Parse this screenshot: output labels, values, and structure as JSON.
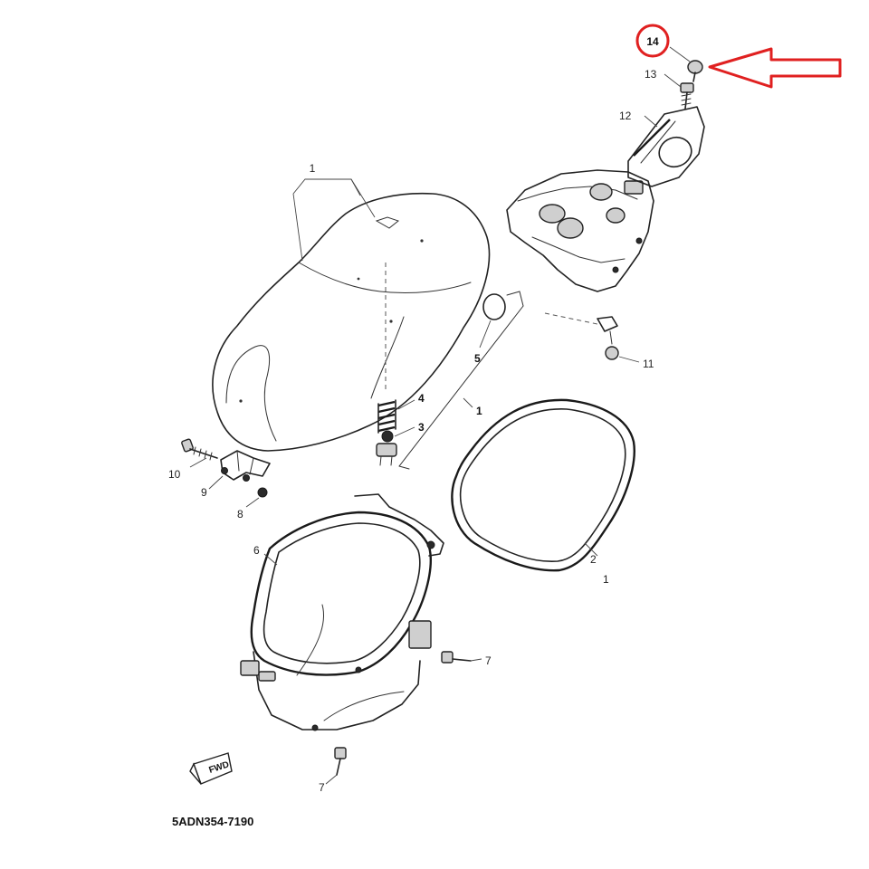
{
  "diagram": {
    "drawing_code": "5ADN354-7190",
    "fwd_label": "FWD",
    "highlight_color": "#e02020",
    "highlighted_part": "14",
    "callouts": {
      "c1_seat": "1",
      "c1_lower": "1",
      "c2": "2",
      "c2_sub": "1",
      "c3": "3",
      "c4": "4",
      "c5": "5",
      "c6": "6",
      "c7_right": "7",
      "c7_bottom": "7",
      "c8": "8",
      "c9": "9",
      "c10": "10",
      "c11": "11",
      "c12": "12",
      "c13": "13",
      "c14": "14"
    }
  }
}
